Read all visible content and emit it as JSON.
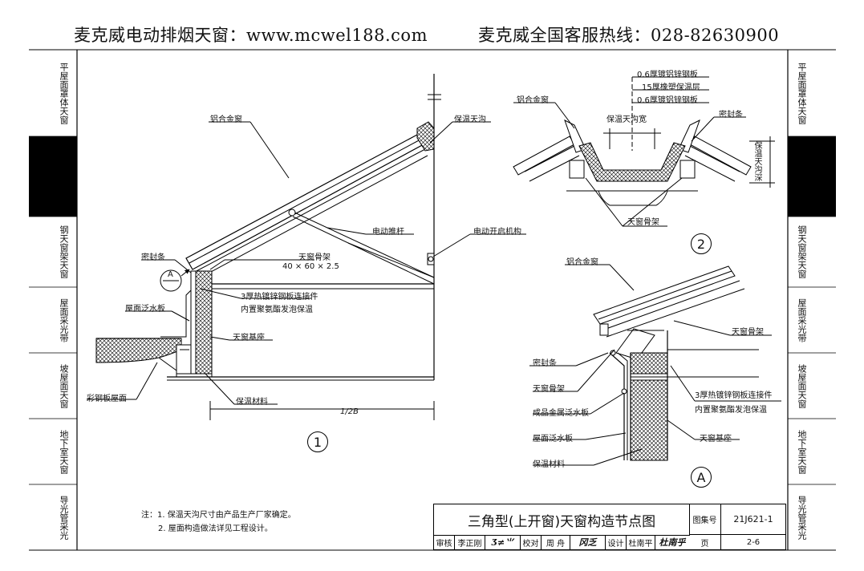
{
  "header": {
    "left": "麦克威电动排烟天窗：www.mcwel188.com",
    "right": "麦克威全国客服热线：028-82630900"
  },
  "left_sidebar": [
    {
      "label": "平屋面罩体天窗",
      "active": false
    },
    {
      "label": "",
      "active": true
    },
    {
      "label": "钢天窗架天窗",
      "active": false
    },
    {
      "label": "屋面采光带",
      "active": false
    },
    {
      "label": "坡屋面天窗",
      "active": false
    },
    {
      "label": "地下室天窗",
      "active": false
    },
    {
      "label": "导光管采光",
      "active": false
    }
  ],
  "right_sidebar": [
    {
      "label": "平屋面罩体天窗",
      "active": false
    },
    {
      "label": "",
      "active": true
    },
    {
      "label": "钢天窗架天窗",
      "active": false
    },
    {
      "label": "屋面采光带",
      "active": false
    },
    {
      "label": "坡屋面天窗",
      "active": false
    },
    {
      "label": "地下室天窗",
      "active": false
    },
    {
      "label": "导光管采光",
      "active": false
    }
  ],
  "detail1": {
    "number": "1",
    "section_mark": "A",
    "labels": {
      "aluminum_window": "铝合金窗",
      "insulated_gutter": "保温天沟",
      "electric_pushrod": "电动推杆",
      "electric_opener": "电动开启机构",
      "seal_strip": "密封条",
      "frame": "天窗骨架",
      "frame_size": "40 × 60 × 2.5",
      "connector": "3厚热镀锌钢板连接件",
      "connector_fill": "内置聚氨酯发泡保温",
      "flashing": "屋面泛水板",
      "base": "天窗基座",
      "color_steel_roof": "彩钢板屋面",
      "insulation": "保温材料",
      "dimension": "1/2B"
    }
  },
  "detail2": {
    "number": "2",
    "labels": {
      "aluminum_window": "铝合金窗",
      "layer1": "0.6厚镀铝锌钢板",
      "layer2": "15厚橡塑保温层",
      "layer3": "0.6厚镀铝锌钢板",
      "gutter_width": "保温天沟宽",
      "seal_strip": "密封条",
      "gutter_depth": "保温天沟深",
      "frame": "天窗骨架"
    }
  },
  "detailA": {
    "number": "A",
    "labels": {
      "aluminum_window": "铝合金窗",
      "frame_top": "天窗骨架",
      "seal_strip": "密封条",
      "frame": "天窗骨架",
      "connector": "3厚热镀锌钢板连接件",
      "connector_fill": "内置聚氨酯发泡保温",
      "metal_flashing": "成品金属泛水板",
      "flashing": "屋面泛水板",
      "base": "天窗基座",
      "insulation": "保温材料"
    }
  },
  "notes": {
    "line1": "注：1. 保温天沟尺寸由产品生产厂家确定。",
    "line2": "2. 屋面构造做法详见工程设计。"
  },
  "title_block": {
    "title": "三角型(上开窗)天窗构造节点图",
    "atlas_label": "图集号",
    "atlas_no": "21J621-1",
    "page_label": "页",
    "page_no": "2-6",
    "review_label": "审核",
    "reviewer": "李正刚",
    "check_label": "校对",
    "checker": "周 舟",
    "design_label": "设计",
    "designer": "杜南平"
  }
}
